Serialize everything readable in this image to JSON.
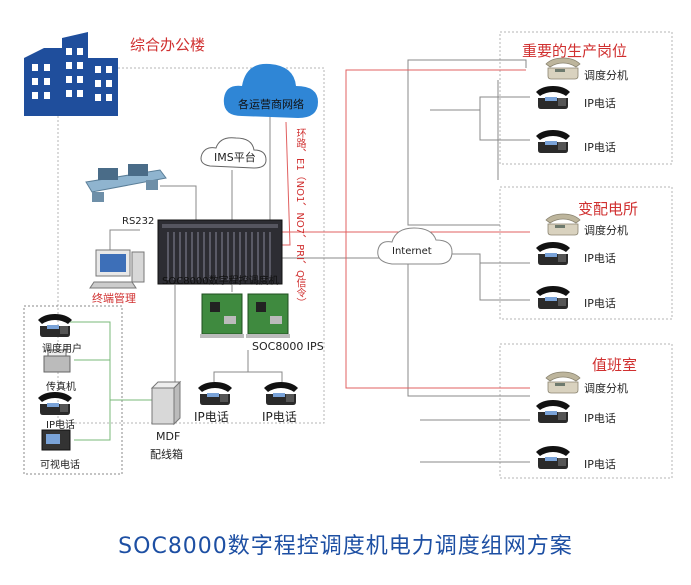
{
  "colors": {
    "accent_red": "#d03030",
    "caption_blue": "#1d4fa3",
    "building_blue": "#1f4e9c",
    "cloud_blue": "#2f86d6",
    "line_gray": "#888888",
    "line_red": "#e06060",
    "line_green": "#78b878"
  },
  "building_label": "综合办公楼",
  "cloud_label": "各运营商网络",
  "ims_label": "IMS平台",
  "trunk_label": "环路、E1（NO1、NO7、PRI、Q信令）",
  "rs232_label": "RS232",
  "switch_label": "SOC8000数字程控调度机",
  "terminal_label": "终端管理",
  "ips_label": "SOC8000 IPS",
  "mdf_label": "MDF",
  "mdf_sub_label": "配线箱",
  "internet_label": "Internet",
  "local_ip_phone_1": "IP电话",
  "local_ip_phone_2": "IP电话",
  "left_devices": [
    "调度用户",
    "传真机",
    "IP电话",
    "可视电话"
  ],
  "sites": [
    {
      "title": "重要的生产岗位",
      "dispatch": "调度分机",
      "ip1": "IP电话",
      "ip2": "IP电话"
    },
    {
      "title": "变配电所",
      "dispatch": "调度分机",
      "ip1": "IP电话",
      "ip2": "IP电话"
    },
    {
      "title": "值班室",
      "dispatch": "调度分机",
      "ip1": "IP电话",
      "ip2": "IP电话"
    }
  ],
  "caption": "SOC8000数字程控调度机电力调度组网方案"
}
